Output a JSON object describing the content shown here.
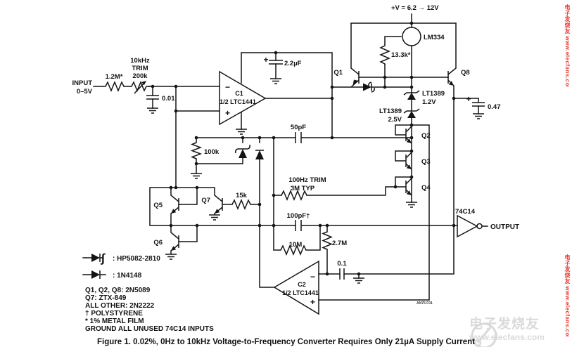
{
  "schematic": {
    "supply_label": "+V = 6.2 → 12V",
    "input": {
      "line1": "INPUT",
      "line2": "0–5V"
    },
    "components": {
      "r12m": "1.2M*",
      "trim10k": [
        "10kHz",
        "TRIM",
        "200k"
      ],
      "c001": "0.01",
      "c1": {
        "name": "C1",
        "type": "1/2 LTC1441",
        "minus": "−",
        "plus": "+"
      },
      "c22uf": {
        "plus": "+",
        "value": "2.2µF"
      },
      "r100k": "100k",
      "c50pf": "50pF",
      "lm334": "LM334",
      "r133k": "13.3k*",
      "q1": "Q1",
      "q2": "Q2",
      "q3": "Q3",
      "q4": "Q4",
      "q5": "Q5",
      "q6": "Q6",
      "q7": "Q7",
      "q8": "Q8",
      "lt1389a": {
        "name": "LT1389",
        "value": "1.2V"
      },
      "lt1389b": {
        "name": "LT1389",
        "value": "2.5V"
      },
      "c047": {
        "plus": "+",
        "value": "0.47"
      },
      "inverter": "74C14",
      "output": "OUTPUT",
      "trim100hz": [
        "100Hz TRIM",
        "3M TYP"
      ],
      "r15k": "15k",
      "c100pf": "100pF†",
      "r10m": "10M",
      "r27m": "2.7M",
      "c01": "0.1",
      "c2": {
        "name": "C2",
        "type": "1/2 LTC1441",
        "minus": "−",
        "plus": "+"
      },
      "fignum": "AN75 F01"
    },
    "legend": {
      "hp_symbol_glyph": "∫",
      "hp": ": HP5082-2810",
      "n4148": ": 1N4148"
    },
    "notes": [
      "Q1, Q2, Q8: 2N5089",
      "Q7: ZTX-849",
      "ALL OTHER: 2N2222",
      "† POLYSTYRENE",
      "* 1% METAL FILM",
      "GROUND ALL UNUSED 74C14 INPUTS"
    ],
    "caption": "Figure 1. 0.02%, 0Hz to 10kHz Voltage-to-Frequency Converter Requires Only 21µA Supply Current"
  },
  "watermark": {
    "red_text": "电子发烧友 www.elecfans.com",
    "gray_title": "电子发烧友",
    "gray_url": "www.elecfans.com"
  }
}
